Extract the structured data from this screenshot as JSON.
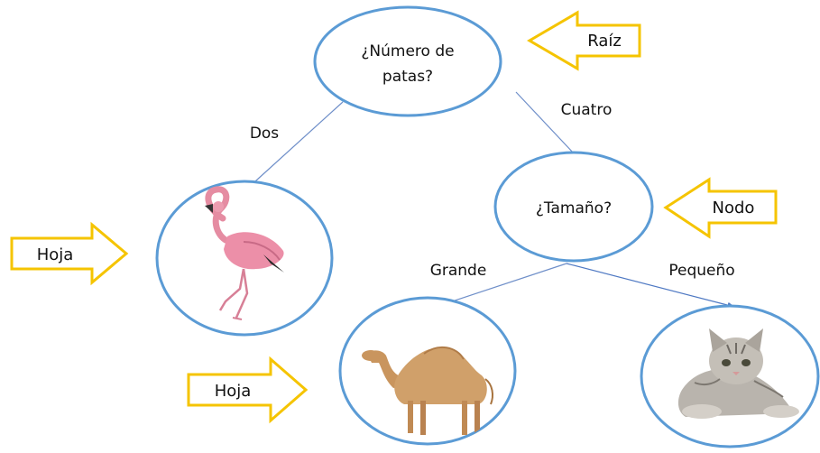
{
  "nodes": {
    "root": {
      "line1": "¿Número de",
      "line2": "patas?"
    },
    "size": {
      "label": "¿Tamaño?"
    }
  },
  "edges": {
    "two": "Dos",
    "four": "Cuatro",
    "big": "Grande",
    "small": "Pequeño"
  },
  "callouts": {
    "root": "Raíz",
    "node": "Nodo",
    "leaf_left": "Hoja",
    "leaf_bottom": "Hoja"
  },
  "leaves": [
    "flamingo",
    "camel",
    "kitten"
  ],
  "colors": {
    "ellipse_stroke": "#5b9bd5",
    "line": "#6f8fc9",
    "arrow_fill": "#ffffff",
    "arrow_stroke": "#f5c400"
  }
}
